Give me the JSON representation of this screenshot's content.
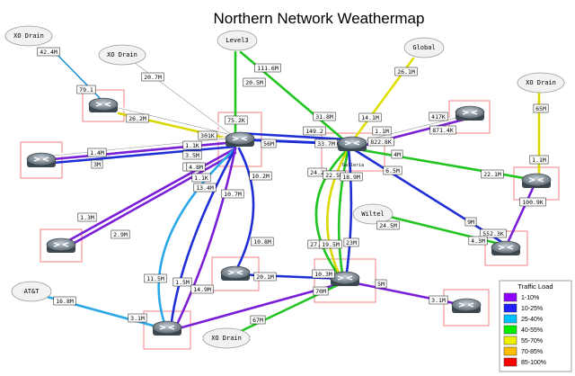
{
  "title": "Northern Network Weathermap",
  "clouds": {
    "xo_drain_tl": "XO Drain",
    "xo_drain_tl2": "XO Drain",
    "level3": "Level3",
    "global": "Global",
    "xo_drain_r": "XO Drain",
    "wiltel": "Wiltel",
    "att": "AT&T",
    "xo_drain_b": "XO Drain"
  },
  "router_labels": {
    "galleria": "Galleria"
  },
  "labels": {
    "l42_4m": "42.4M",
    "l79_1": "79.1",
    "l20_7m": "20.7M",
    "l26_2m": "26.2M",
    "l111_6m": "111.6M",
    "l20_5m": "20.5M",
    "l26_1m": "26.1M",
    "l75_2k": "75.2K",
    "l301k": "301K",
    "l31_8m": "31.8M",
    "l149_2": "149.2",
    "l14_1m": "14.1M",
    "l417k": "417K",
    "l65m": "65M",
    "l1_1m_a": "1.1M",
    "l871_4k": "871.4K",
    "l1_1m_b": "1.1M",
    "l56m": "56M",
    "l33_7m": "33.7M",
    "l822_8k": "822.8K",
    "l1_4m": "1.4M",
    "l1_1k_a": "1.1K",
    "l3m": "3M",
    "l3_5m": "3.5M",
    "l4m": "4M",
    "l1_1m_c": "1.1M",
    "l4_8m": "4.8M",
    "l1_1k_b": "1.1K",
    "l13_4m": "13.4M",
    "l10_7m": "10.7M",
    "l10_2m": "10.2M",
    "l24_2": "24.2",
    "l22_5m": "22.5M",
    "l18_9m": "18.9M",
    "l6_5m": "6.5M",
    "l22_1m": "22.1M",
    "l100_9k": "100.9K",
    "l1_3m": "1.3M",
    "l2_9m": "2.9M",
    "l24_5m": "24.5M",
    "l9m": "9M",
    "l552_3k": "552.3K",
    "l4_3m": "4.3M",
    "l10_8m": "10.8M",
    "l27_4": "27.4",
    "l19_5m": "19.5M",
    "l23m": "23M",
    "l20_1m": "20.1M",
    "l10_3m": "10.3M",
    "l11_5m": "11.5M",
    "l1_5m": "1.5M",
    "l14_9m": "14.9M",
    "l5m": "5M",
    "l16_8m": "16.8M",
    "l3_1m_a": "3.1M",
    "l70m": "70M",
    "l3_1m_b": "3.1M",
    "l67m": "67M"
  },
  "legend": {
    "title": "Traffic Load",
    "items": [
      {
        "label": "1-10%",
        "color": "#8c00ff"
      },
      {
        "label": "10-25%",
        "color": "#2020ff"
      },
      {
        "label": "25-40%",
        "color": "#00c0ff"
      },
      {
        "label": "40-55%",
        "color": "#00f000"
      },
      {
        "label": "55-70%",
        "color": "#f0f000"
      },
      {
        "label": "70-85%",
        "color": "#ffc000"
      },
      {
        "label": "85-100%",
        "color": "#ff0000"
      }
    ]
  },
  "colors": {
    "purple": "#7a1fd6",
    "blue": "#1f2fd6",
    "cyan": "#2aa8e8",
    "green": "#22c422",
    "yellow": "#e0e000",
    "white": "#ffffff"
  }
}
